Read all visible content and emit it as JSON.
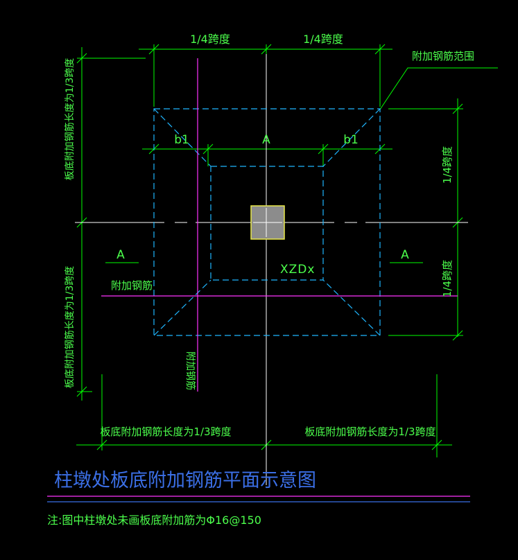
{
  "colors": {
    "background": "#000000",
    "dimension": "#00ff00",
    "green_text": "#4cff4c",
    "cyan_dashed": "#1fb6ff",
    "magenta": "#ff33ff",
    "white": "#ffffff",
    "blue_title": "#3b6fe6",
    "column_fill": "#8c8c8c",
    "column_outline": "#e8e84a"
  },
  "labels": {
    "dim_top_left": "1/4跨度",
    "dim_top_right": "1/4跨度",
    "range_label": "附加钢筋范围",
    "dim_right_top": "1/4跨度",
    "dim_right_bottom": "1/4跨度",
    "dim_left_top": "板底附加钢筋长度为1/3跨度",
    "dim_left_bottom": "板底附加钢筋长度为1/3跨度",
    "dim_bottom_left": "板底附加钢筋长度为1/3跨度",
    "dim_bottom_right": "板底附加钢筋长度为1/3跨度",
    "b1_left": "b1",
    "a_center": "A",
    "b1_right": "b1",
    "section_left": "A",
    "section_right": "A",
    "column_code": "XZDx",
    "rebar_horizontal": "附加钢筋",
    "rebar_vertical": "附加钢筋"
  },
  "title": "柱墩处板底附加钢筋平面示意图",
  "note": "注:图中柱墩处未画板底附加筋为Φ16@150"
}
